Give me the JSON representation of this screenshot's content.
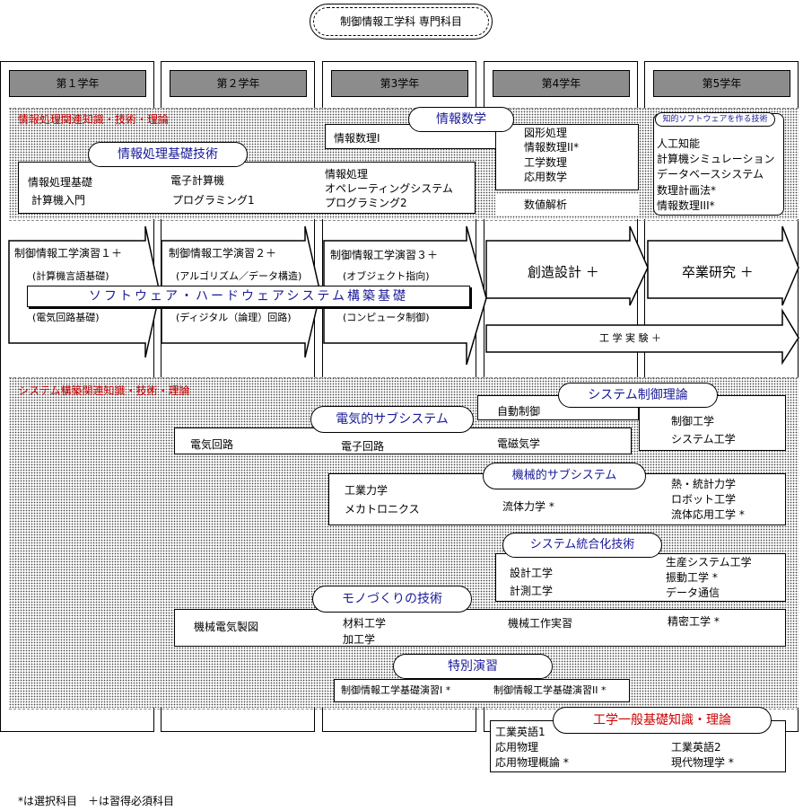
{
  "title": "制御情報工学科 専門科目",
  "years": [
    "第１学年",
    "第２学年",
    "第3学年",
    "第4学年",
    "第5学年"
  ],
  "info_section": {
    "label": "情報処理関連知識・技術・理論",
    "math_label": "情報数学",
    "math_y3": "情報数理I",
    "math_y4": [
      "図形処理",
      "情報数理II*",
      "工学数理",
      "応用数学"
    ],
    "numeric": "数値解析",
    "intelligent_label": "知的ソフトウェアを作る技術",
    "intelligent_items": [
      "人工知能",
      "計算機シミュレーション",
      "データベースシステム",
      "数理計画法*",
      "情報数理III*"
    ],
    "basic_label": "情報処理基礎技術",
    "basic_items": {
      "y1a": "情報処理基礎",
      "y1b": "計算機入門",
      "y2a": "電子計算機",
      "y2b": "プログラミング1",
      "y3a": "情報処理",
      "y3b": "オペレーティングシステム",
      "y3c": "プログラミング2"
    }
  },
  "practice": {
    "ex1": "制御情報工学演習１＋",
    "ex1a": "(計算機言語基礎)",
    "ex1b": "(電気回路基礎)",
    "ex2": "制御情報工学演習２＋",
    "ex2a": "(アルゴリズム／データ構造)",
    "ex2b": "(ディジタル（論理）回路)",
    "ex3": "制御情報工学演習３＋",
    "ex3a": "(オブジェクト指向)",
    "ex3b": "(コンピュータ制御)",
    "banner": "ソフトウェア・ハードウェアシステム構築基礎",
    "design": "創造設計 ＋",
    "research": "卒業研究 ＋",
    "experiment": "工 学 実 験 ＋"
  },
  "system_section": {
    "label": "システム構築関連知識・技術・理論",
    "control_label": "システム制御理論",
    "control_items": [
      "自動制御",
      "制御工学",
      "システム工学"
    ],
    "electric_label": "電気的サブシステム",
    "electric_items": [
      "電気回路",
      "電子回路",
      "電磁気学"
    ],
    "mechanical_label": "機械的サブシステム",
    "mechanical_items": [
      "工業力学",
      "メカトロニクス",
      "流体力学 *",
      "熱・統計力学",
      "ロボット工学",
      "流体応用工学 *"
    ],
    "integration_label": "システム統合化技術",
    "integration_items": [
      "設計工学",
      "計測工学",
      "生産システム工学",
      "振動工学 *",
      "データ通信"
    ],
    "making_label": "モノづくりの技術",
    "making_items": [
      "機械電気製図",
      "材料工学",
      "加工学",
      "機械工作実習",
      "精密工学 *"
    ],
    "special_label": "特別演習",
    "special_items": [
      "制御情報工学基礎演習I *",
      "制御情報工学基礎演習II *"
    ]
  },
  "general": {
    "label": "工学一般基礎知識・理論",
    "items": [
      "工業英語1",
      "応用物理",
      "応用物理概論 *",
      "工業英語2",
      "現代物理学 *"
    ]
  },
  "legend": "*は選択科目　＋は習得必須科目"
}
